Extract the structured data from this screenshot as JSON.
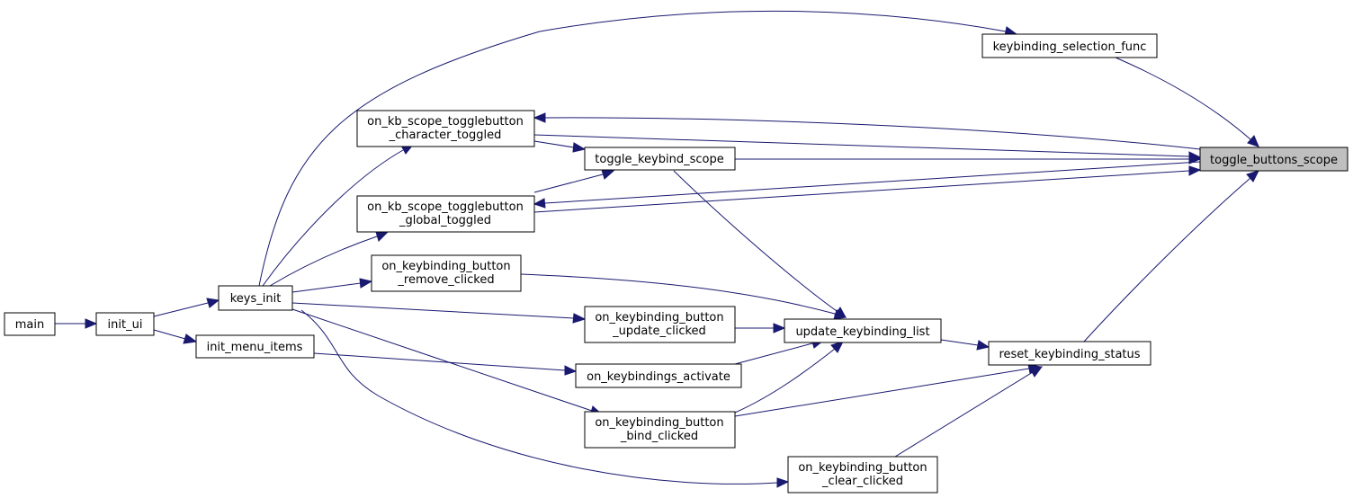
{
  "graph": {
    "highlight_color": "#bfbfbf",
    "edge_color": "#191970",
    "nodes": {
      "main": [
        "main"
      ],
      "init_ui": [
        "init_ui"
      ],
      "keys_init": [
        "keys_init"
      ],
      "init_menu_items": [
        "init_menu_items"
      ],
      "on_kb_char": [
        "on_kb_scope_togglebutton",
        "_character_toggled"
      ],
      "on_kb_global": [
        "on_kb_scope_togglebutton",
        "_global_toggled"
      ],
      "on_kb_remove": [
        "on_keybinding_button",
        "_remove_clicked"
      ],
      "toggle_keybind_scope": [
        "toggle_keybind_scope"
      ],
      "on_kb_update": [
        "on_keybinding_button",
        "_update_clicked"
      ],
      "on_keybindings_activate": [
        "on_keybindings_activate"
      ],
      "on_kb_bind": [
        "on_keybinding_button",
        "_bind_clicked"
      ],
      "update_keybinding_list": [
        "update_keybinding_list"
      ],
      "on_kb_clear": [
        "on_keybinding_button",
        "_clear_clicked"
      ],
      "keybinding_selection_func": [
        "keybinding_selection_func"
      ],
      "reset_keybinding_status": [
        "reset_keybinding_status"
      ],
      "toggle_buttons_scope": [
        "toggle_buttons_scope"
      ]
    }
  }
}
